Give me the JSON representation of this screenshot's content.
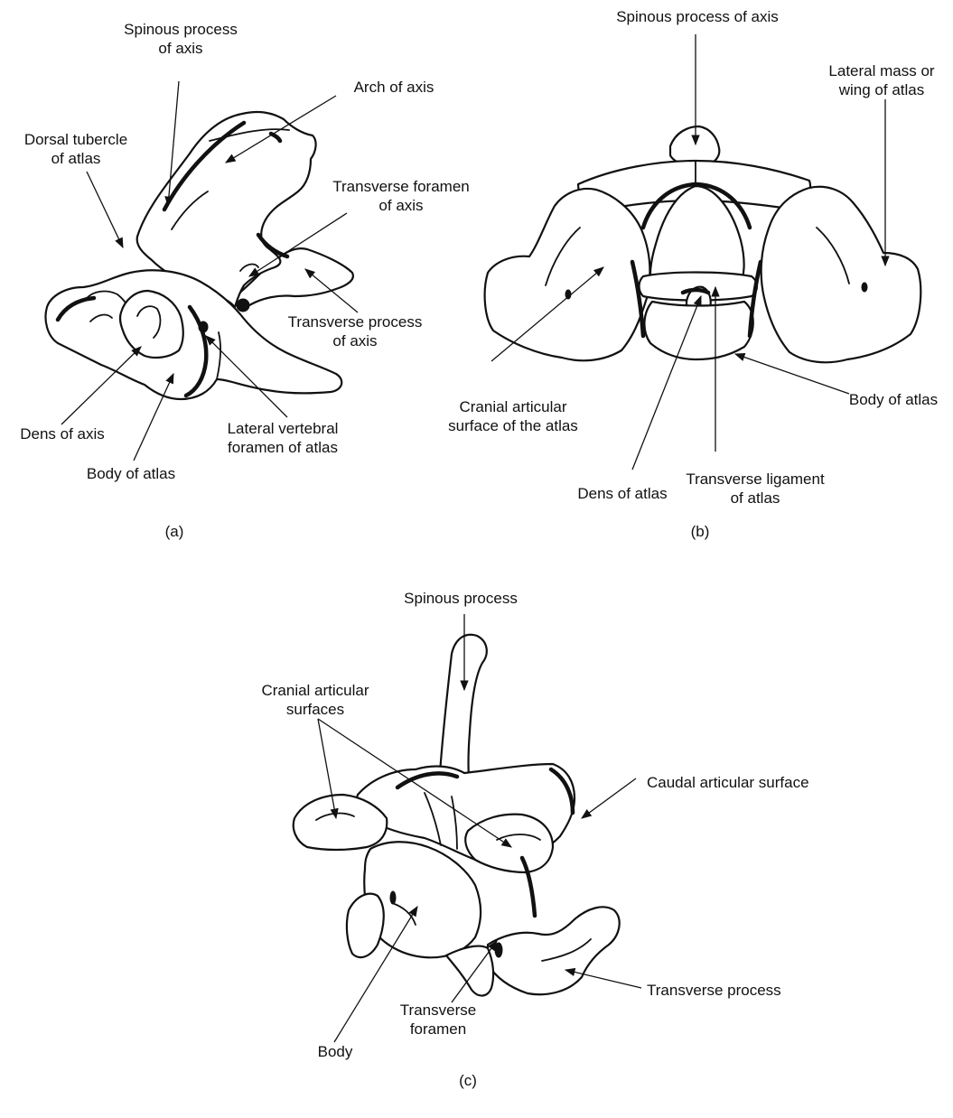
{
  "panels": {
    "a": {
      "caption": "(a)",
      "labels": {
        "spinous_process_of_axis": [
          "Spinous process",
          "of axis"
        ],
        "arch_of_axis": [
          "Arch of axis"
        ],
        "dorsal_tubercle_of_atlas": [
          "Dorsal tubercle",
          "of atlas"
        ],
        "transverse_foramen_of_axis": [
          "Transverse foramen",
          "of axis"
        ],
        "transverse_process_of_axis": [
          "Transverse process",
          "of axis"
        ],
        "dens_of_axis": [
          "Dens of axis"
        ],
        "lateral_vertebral_foramen_of_atlas": [
          "Lateral vertebral",
          "foramen of atlas"
        ],
        "body_of_atlas": [
          "Body of atlas"
        ]
      }
    },
    "b": {
      "caption": "(b)",
      "labels": {
        "spinous_process_of_axis": [
          "Spinous process of axis"
        ],
        "lateral_mass_or_wing_of_atlas": [
          "Lateral mass or",
          "wing of atlas"
        ],
        "cranial_articular_surface_of_the_atlas": [
          "Cranial articular",
          "surface of the atlas"
        ],
        "body_of_atlas": [
          "Body of atlas"
        ],
        "dens_of_atlas": [
          "Dens of atlas"
        ],
        "transverse_ligament_of_atlas": [
          "Transverse ligament",
          "of atlas"
        ]
      }
    },
    "c": {
      "caption": "(c)",
      "labels": {
        "spinous_process": [
          "Spinous process"
        ],
        "cranial_articular_surfaces": [
          "Cranial articular",
          "surfaces"
        ],
        "caudal_articular_surface": [
          "Caudal articular surface"
        ],
        "transverse_process": [
          "Transverse process"
        ],
        "transverse_foramen": [
          "Transverse",
          "foramen"
        ],
        "body": [
          "Body"
        ]
      }
    }
  }
}
